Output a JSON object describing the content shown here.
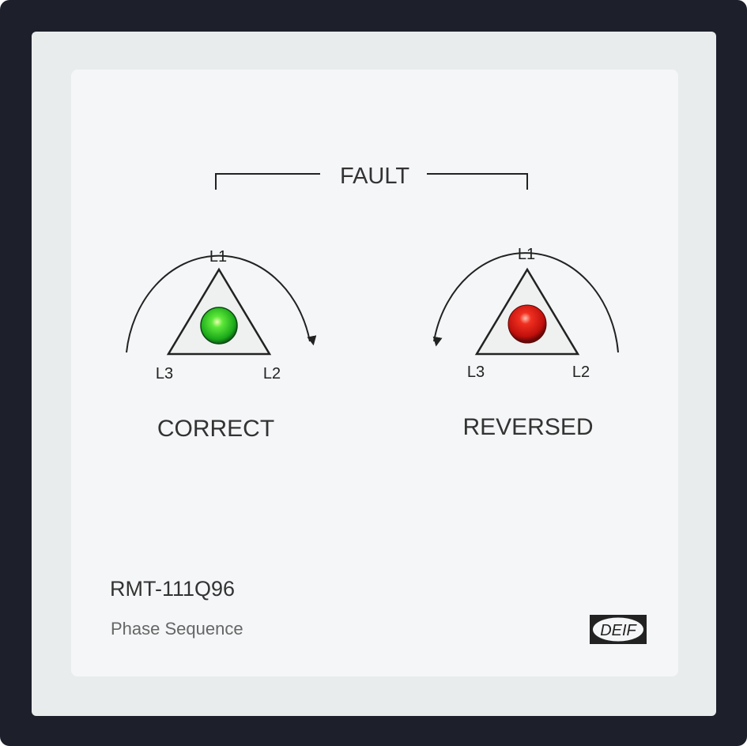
{
  "device": {
    "fault_label": "FAULT",
    "model": "RMT-111Q96",
    "description": "Phase Sequence",
    "brand": "DEIF"
  },
  "indicators": [
    {
      "status_label": "CORRECT",
      "phase_top": "L1",
      "phase_left": "L3",
      "phase_right": "L2",
      "led_color": "#22c41e",
      "direction": "clockwise"
    },
    {
      "status_label": "REVERSED",
      "phase_top": "L1",
      "phase_left": "L3",
      "phase_right": "L2",
      "led_color": "#e0140e",
      "direction": "counterclockwise"
    }
  ],
  "colors": {
    "frame": "#1d202b",
    "bezel": "#eef0f0",
    "face": "#f4f6f7",
    "ink": "#222222"
  }
}
